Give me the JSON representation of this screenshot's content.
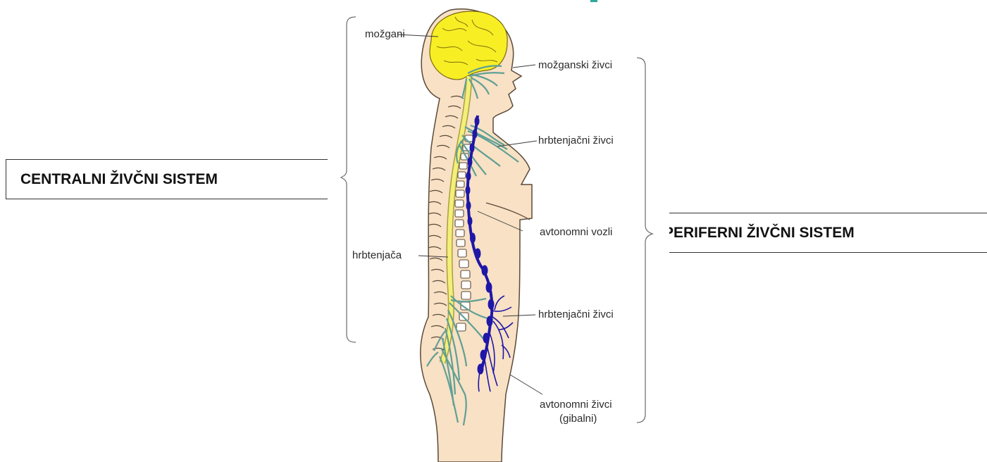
{
  "colors": {
    "skin": "#f8e1c4",
    "brain": "#f7ef24",
    "spinal_cord": "#f4ee7a",
    "nerves": "#5f9f95",
    "autonomic": "#1f17a8",
    "outline": "#5a4a3a",
    "accent": "#2fa99a"
  },
  "labels": {
    "mozgani": "možgani",
    "mozganski_zivci": "možganski živci",
    "hrbtenjacni_zivci_upper": "hrbtenjačni živci",
    "avtonomni_vozli": "avtonomni vozli",
    "hrbtenjaca": "hrbtenjača",
    "hrbtenjacni_zivci_lower": "hrbtenjačni živci",
    "avtonomni_zivci_line1": "avtonomni živci",
    "avtonomni_zivci_line2": "(gibalni)"
  },
  "boxes": {
    "central": "CENTRALNI ŽIVČNI SISTEM",
    "peripheral": "PERIFERNI ŽIVČNI SISTEM"
  }
}
